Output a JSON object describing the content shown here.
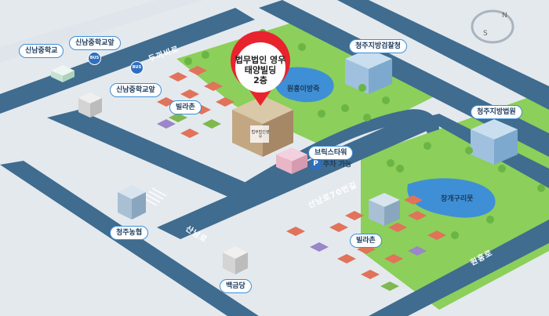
{
  "map": {
    "pin": {
      "line1": "법무법인 영우",
      "line2": "태양빌딩",
      "line3": "2층"
    },
    "building_sign": "법무법인영우",
    "labels": {
      "sinnam_middle_school": "신남중학교",
      "sinnam_middle_school_bus_1": "신남중학교앞",
      "sinnam_middle_school_bus_2": "신남중학교앞",
      "prosecutors_office": "청주지방검찰청",
      "district_court": "청주지방법원",
      "bricks_tower": "브릭스타워",
      "parking": "주차 가능",
      "villa_1": "빌라촌",
      "villa_2": "빌라촌",
      "nonghyup": "청주농협",
      "baekgeumdang": "백금당",
      "wonheung_pond": "원흥이방죽",
      "changgaeguri_pond": "창개구리못"
    },
    "roads": {
      "dukkubi_ro": "두꺼비로",
      "sannam_ro": "산남로",
      "sannam_ro_70": "산남로70번길",
      "wonheung_ro": "원흥로"
    },
    "bus_label": "BUS",
    "parking_badge": "P",
    "compass": {
      "north": "N",
      "south": "S"
    },
    "colors": {
      "road": "#3f6c8f",
      "park": "#8ccf5a",
      "block": "#dde3e8",
      "pin": "#e8232e",
      "label_border": "#3f8fd6",
      "water": "#3f8fd6"
    }
  }
}
